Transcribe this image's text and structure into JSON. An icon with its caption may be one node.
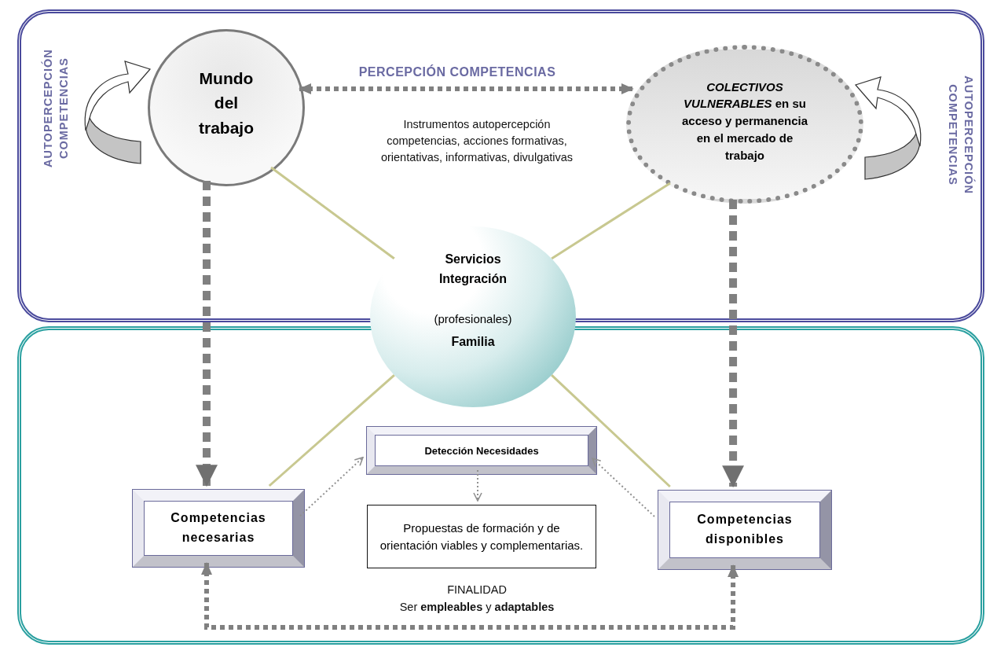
{
  "diagram": {
    "nodes": [
      {
        "text": [],
        "shape": "box"
      },
      {
        "text": [
          "Mundo del trabajo"
        ],
        "in": 0
      },
      {
        "text": [
          "*COLECTIVOS VULNERABLES* en su acceso y permanencia en el mercado de trabajo"
        ],
        "in": 0
      },
      {
        "text": [
          "Servicios Integración",
          "(profesionales)",
          "Familia"
        ]
      },
      {
        "text": [],
        "shape": "box"
      },
      {
        "text": [
          "Detección Necesidades"
        ],
        "in": 4
      },
      {
        "text": [
          "Propuestas de formación y de orientación viables y complementarias."
        ],
        "in": 4
      },
      {
        "text": [
          "Competencias necesarias"
        ],
        "in": 4
      },
      {
        "text": [
          "Competencias disponibles"
        ],
        "in": 4
      }
    ],
    "edges": [
      {
        "from": 1,
        "to": 2,
        "arrow": "both",
        "label": "PERCEPCIÓN COMPETENCIAS",
        "style": "dashed",
        "color": "#808080"
      },
      {
        "from": 1,
        "to": 7,
        "arrow": "to",
        "style": "dashed",
        "color": "#808080"
      },
      {
        "from": 2,
        "to": 8,
        "arrow": "to",
        "style": "dashed",
        "color": "#808080"
      },
      {
        "from": 3,
        "to": 1,
        "arrow": "none",
        "color": "#c8c890"
      },
      {
        "from": 3,
        "to": 2,
        "arrow": "none",
        "color": "#c8c890"
      },
      {
        "from": 3,
        "to": 7,
        "arrow": "none",
        "color": "#c8c890"
      },
      {
        "from": 3,
        "to": 8,
        "arrow": "none",
        "color": "#c8c890"
      },
      {
        "from": 7,
        "to": 5,
        "arrow": "to",
        "style": "dashed",
        "color": "#909090"
      },
      {
        "from": 8,
        "to": 5,
        "arrow": "to",
        "style": "dashed",
        "color": "#909090"
      },
      {
        "from": 5,
        "to": 6,
        "arrow": "to",
        "style": "dashed",
        "color": "#909090"
      },
      {
        "from": 7,
        "to": 8,
        "arrow": "both",
        "style": "dashed",
        "color": "#808080"
      }
    ],
    "labels": [
      "AUTOPERCEPCIÓN COMPETENCIAS",
      "Instrumentos autopercepción competencias, acciones formativas, orientativas, informativas, divulgativas",
      "AUTOPERCEPCIÓN COMPETENCIAS",
      "FINALIDAD",
      "Ser **empleables** y **adaptables**"
    ]
  }
}
